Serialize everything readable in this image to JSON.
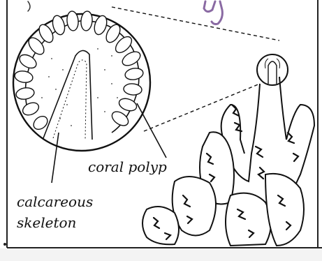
{
  "diagram": {
    "labels": {
      "coral_polyp": "coral polyp",
      "calcareous": "calcareous",
      "skeleton": "skeleton"
    },
    "colors": {
      "ink": "#111111",
      "paper": "#ffffff",
      "title_ink": "#8a6aa3",
      "frame": "#222222"
    }
  }
}
